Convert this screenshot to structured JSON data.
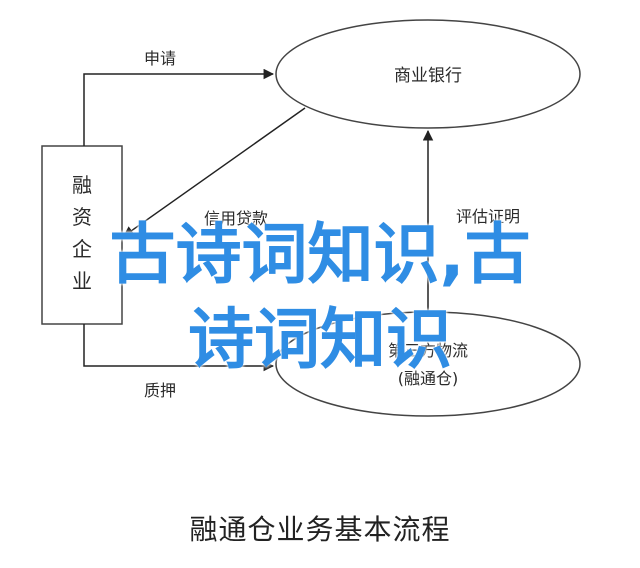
{
  "diagram": {
    "nodes": {
      "enterprise": {
        "chars": [
          "融",
          "资",
          "企",
          "业"
        ]
      },
      "bank": {
        "label": "商业银行"
      },
      "logistics": {
        "line1": "第三方物流",
        "line2": "(融通仓)"
      }
    },
    "edges": {
      "apply": "申请",
      "credit_loan": "信用贷款",
      "evaluate_prove": "评估证明",
      "pledge": "质押"
    }
  },
  "overlay": {
    "line1": "古诗词知识,古",
    "line2": "诗词知识"
  },
  "caption": "融通仓业务基本流程",
  "colors": {
    "line": "#222222",
    "overlay_text": "#2f8de4",
    "background": "#ffffff"
  }
}
